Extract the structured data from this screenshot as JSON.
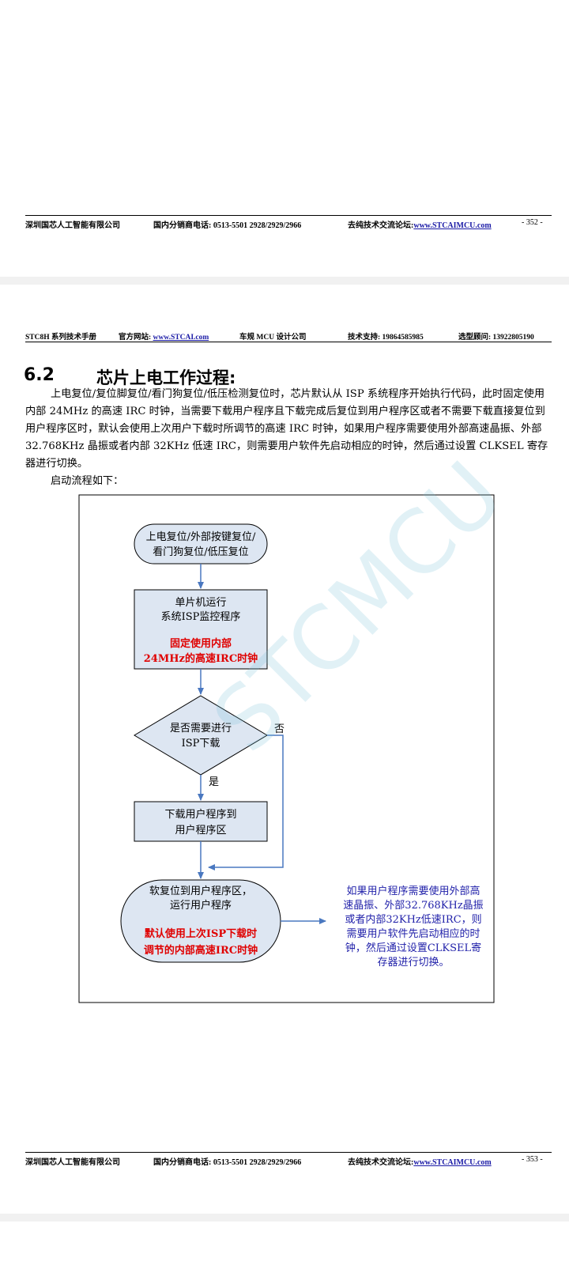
{
  "page1_footer": {
    "company": "深圳国芯人工智能有限公司",
    "phone": "国内分销商电话: 0513-5501 2928/2929/2966",
    "forum_label": "去纯技术交流论坛:",
    "forum_link": "www.STCAIMCU.com",
    "page": "- 352 -"
  },
  "header": {
    "manual": "STC8H 系列技术手册",
    "site_label": "官方网站: ",
    "site_link": "www.STCAI.com",
    "auto": "车规 MCU 设计公司",
    "support": "技术支持: 19864585985",
    "consult": "选型顾问: 13922805190"
  },
  "section": {
    "number": "6.2",
    "title": "芯片上电工作过程:"
  },
  "paragraphs": [
    "上电复位/复位脚复位/看门狗复位/低压检测复位时，芯片默认从 ISP 系统程序开始执行代码，此时固定使用内部 24MHz 的高速 IRC 时钟，当需要下载用户程序且下载完成后复位到用户程序区或者不需要下载直接复位到用户程序区时，默认会使用上次用户下载时所调节的高速 IRC 时钟，如果用户程序需要使用外部高速晶振、外部 32.768KHz 晶振或者内部 32KHz 低速 IRC，则需要用户软件先启动相应的时钟，然后通过设置 CLKSEL 寄存器进行切换。",
    "启动流程如下："
  ],
  "flowchart": {
    "start_line1": "上电复位/外部按键复位/",
    "start_line2": "看门狗复位/低压复位",
    "isp_line1": "单片机运行",
    "isp_line2": "系统ISP监控程序",
    "isp_red1": "固定使用内部",
    "isp_red2": "24MHz的高速IRC时钟",
    "decision_line1": "是否需要进行",
    "decision_line2": "ISP下载",
    "no_label": "否",
    "yes_label": "是",
    "download_line1": "下载用户程序到",
    "download_line2": "用户程序区",
    "reset_line1": "软复位到用户程序区，",
    "reset_line2": "运行用户程序",
    "reset_red1": "默认使用上次ISP下载时",
    "reset_red2": "调节的内部高速IRC时钟",
    "note_lines": [
      "如果用户程序需要使用外部高",
      "速晶振、外部32.768KHz晶振",
      "或者内部32KHz低速IRC，则",
      "需要用户软件先启动相应的时",
      "钟，然后通过设置CLKSEL寄",
      "存器进行切换。"
    ],
    "watermark": "STCMCU"
  },
  "page2_footer": {
    "company": "深圳国芯人工智能有限公司",
    "phone": "国内分销商电话: 0513-5501 2928/2929/2966",
    "forum_label": "去纯技术交流论坛:",
    "forum_link": "www.STCAIMCU.com",
    "page": "- 353 -"
  },
  "colors": {
    "box_fill": "#dde6f2",
    "arrow": "#4a78c0",
    "red_text": "#e00000",
    "note_text": "#2222aa"
  }
}
